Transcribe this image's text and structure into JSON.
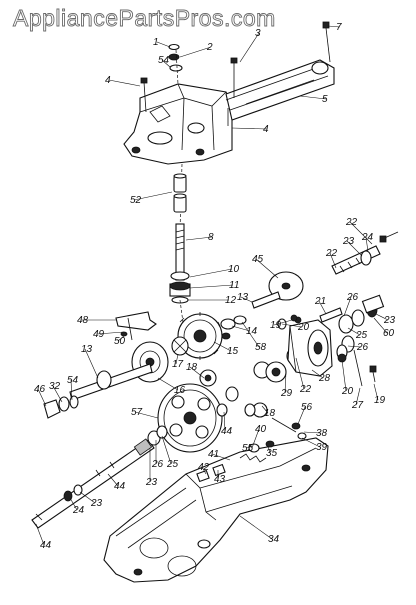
{
  "watermark": "AppliancePartsPros.com",
  "callouts": [
    "1",
    "2",
    "54",
    "3",
    "4",
    "4",
    "5",
    "52",
    "8",
    "10",
    "11",
    "12",
    "45",
    "13",
    "14",
    "58",
    "15",
    "16",
    "13",
    "48",
    "49",
    "50",
    "17",
    "18",
    "22",
    "22",
    "23",
    "24",
    "21",
    "26",
    "23",
    "25",
    "60",
    "26",
    "20",
    "19",
    "20",
    "27",
    "19",
    "22",
    "29",
    "28",
    "54",
    "32",
    "46",
    "57",
    "44",
    "18",
    "56",
    "40",
    "38",
    "39",
    "26",
    "25",
    "41",
    "55",
    "35",
    "42",
    "43",
    "23",
    "44",
    "24",
    "23",
    "44",
    "34",
    "7"
  ]
}
